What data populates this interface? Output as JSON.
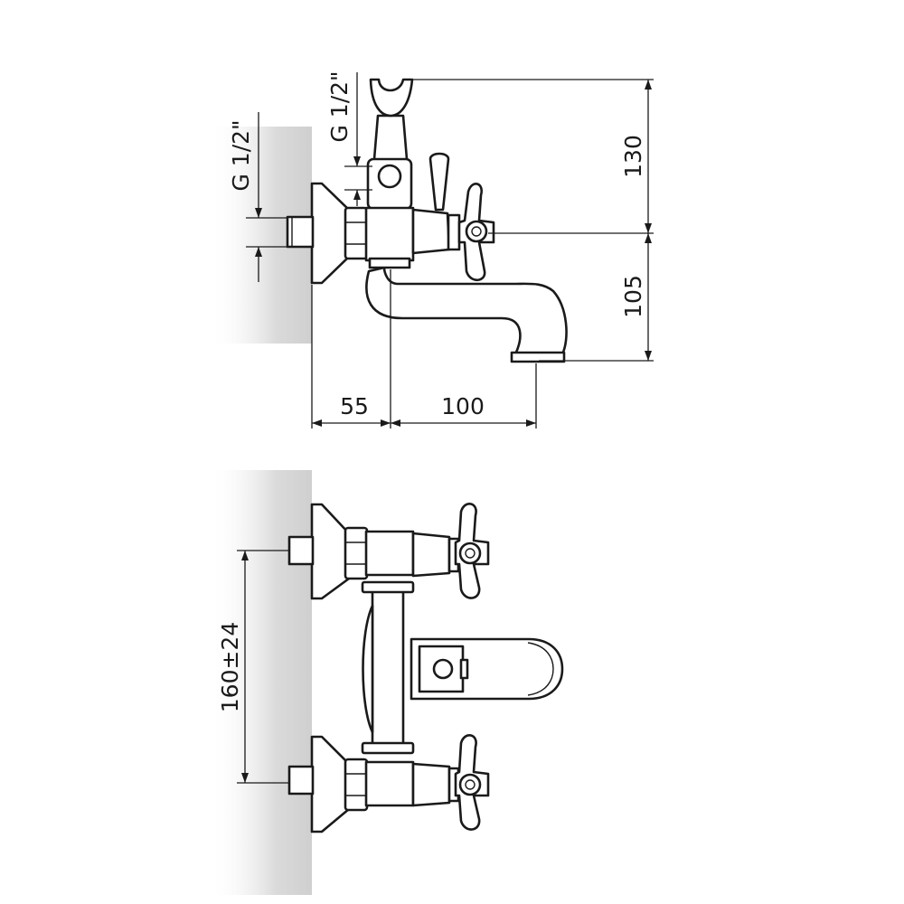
{
  "colors": {
    "line": "#1a1a1a",
    "wall_shadow": "#d6d6d6",
    "background": "#ffffff"
  },
  "side_view": {
    "thread_inlet": "G 1/2\"",
    "thread_outlet": "G 1/2\"",
    "height_top": "130",
    "height_bottom": "105",
    "depth_wall": "55",
    "depth_spout": "100"
  },
  "top_view": {
    "centers": "160±24"
  }
}
